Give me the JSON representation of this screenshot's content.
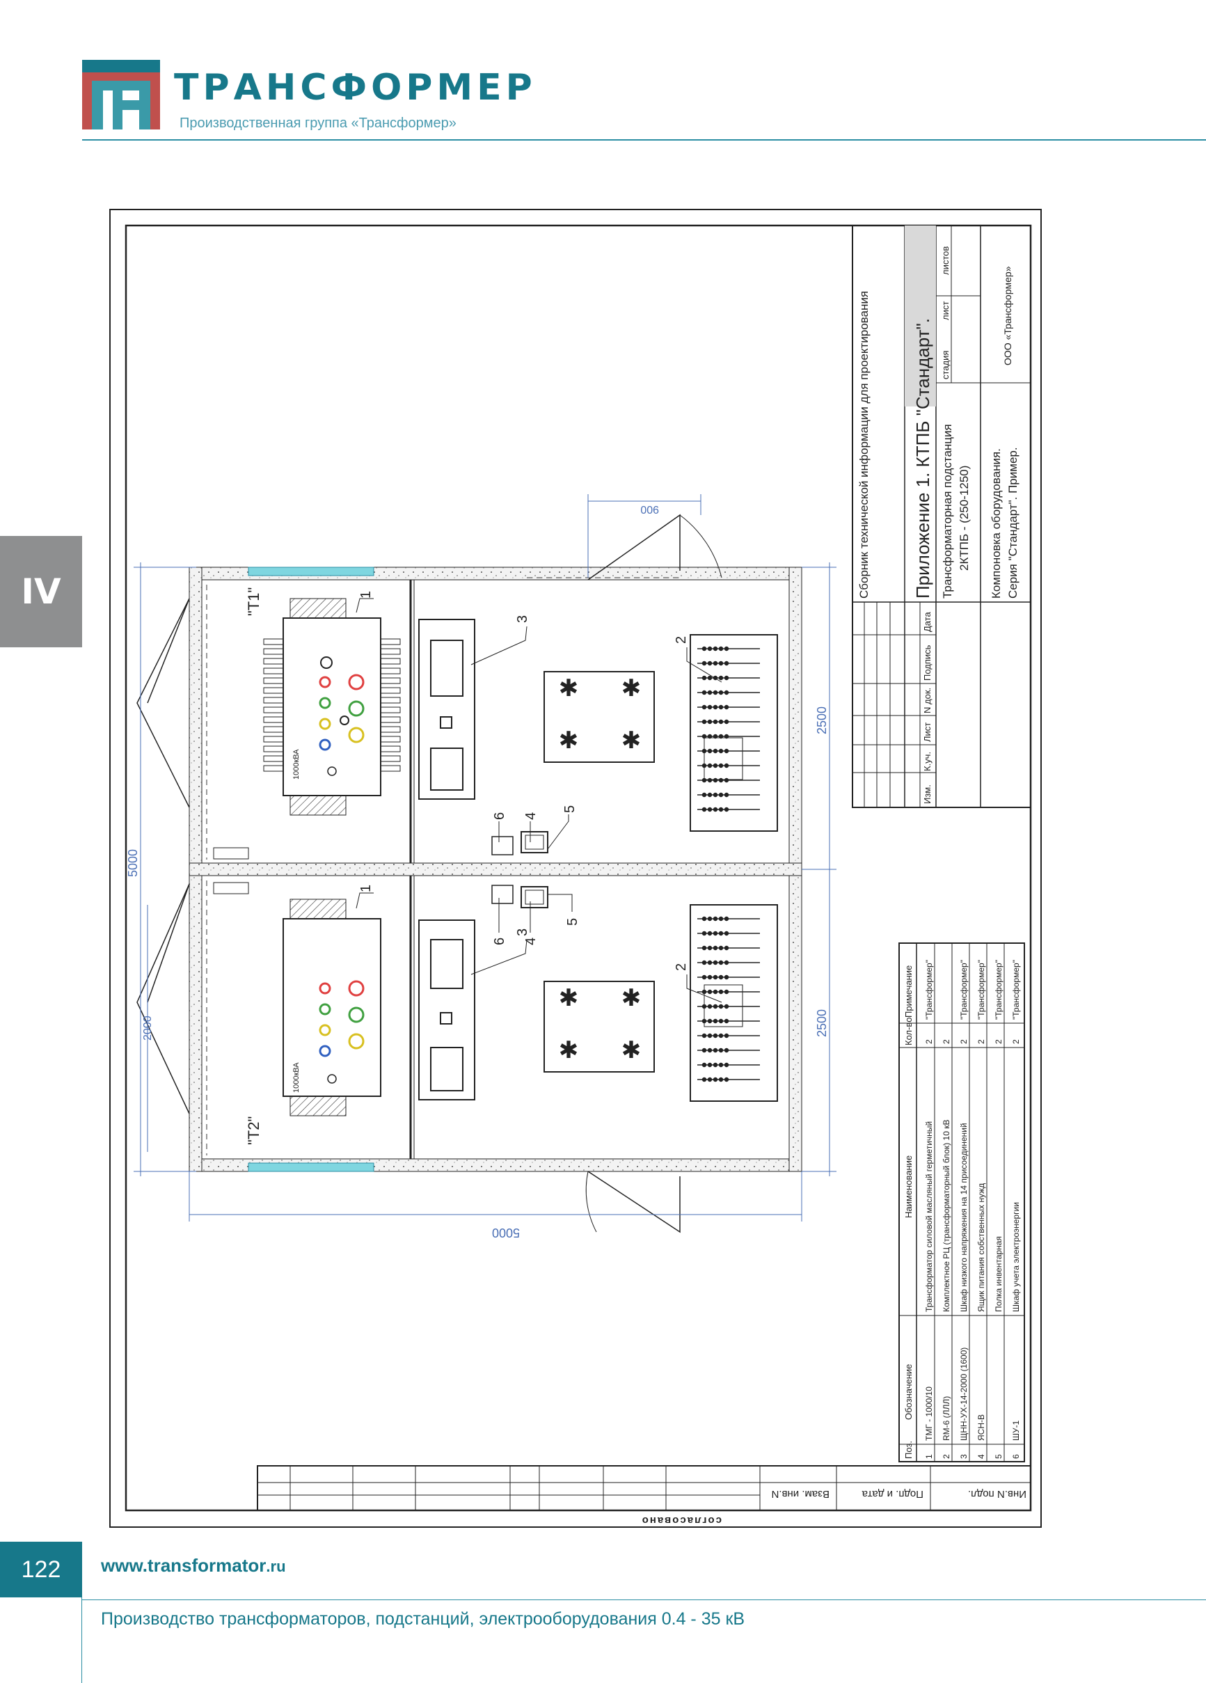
{
  "header": {
    "brand_name": "ТРАНСФОРМЕР",
    "brand_tagline": "Производственная группа «Трансформер»",
    "logo_icon": "transformer-logo-icon"
  },
  "section_tab": "IV",
  "footer": {
    "page_number": "122",
    "url_prefix": "www.transformator",
    "url_domain": ".ru",
    "tagline": "Производство трансформаторов, подстанций, электрооборудования 0.4 - 35 кВ"
  },
  "drawing": {
    "title_block": {
      "collection": "Сборник технической информации для проектирования",
      "appendix": "Приложение 1. КТПБ \"Стандарт\".",
      "product": "Трансформаторная подстанция",
      "product_model": "2КТПБ - (250-1250)",
      "stage_label": "стадия",
      "sheet_label": "лист",
      "sheets_label": "листов",
      "sheet_title_1": "Компоновка оборудования.",
      "sheet_title_2": "Серия \"Стандарт\". Пример.",
      "company": "ООО «Трансформер»",
      "rev_headers": [
        "Изм.",
        "К.уч.",
        "Лист",
        "N док.",
        "Подпись",
        "Дата"
      ]
    },
    "stamp_row": {
      "agreed": "согласовано",
      "vzam": "Взам. инв.N",
      "podp": "Подп. и дата",
      "inv": "Инв.N подл."
    },
    "plan": {
      "t1_label": "\"Т1\"",
      "t2_label": "\"Т2\"",
      "kva_label": "1000кВА",
      "dim_total_vertical": "5000",
      "dim_total_horizontal": "5000",
      "dim_room_1": "2500",
      "dim_room_2": "2500",
      "dim_door": "900",
      "dim_small": "2000",
      "callouts": [
        "1",
        "2",
        "3",
        "4",
        "5",
        "6"
      ]
    },
    "spec_table": {
      "headers": [
        "Поз.",
        "Обозначение",
        "Наименование",
        "Кол-во",
        "Примечание"
      ],
      "rows": [
        [
          "1",
          "ТМГ - 1000/10",
          "Трансформатор силовой масляный герметичный",
          "2",
          "\"Трансформер\""
        ],
        [
          "2",
          "RM-6 (ЛЛЛ)",
          "Комплектное РЦ (трансформаторный блок) 10 кВ",
          "2",
          ""
        ],
        [
          "3",
          "ЩНН-УХ-14-2000 (1600)",
          "Шкаф низкого напряжения на 14 присоединений",
          "2",
          "\"Трансформер\""
        ],
        [
          "4",
          "ЯСН-В",
          "Ящик питания собственных нужд",
          "2",
          "\"Трансформер\""
        ],
        [
          "5",
          "",
          "Полка инвентарная",
          "2",
          "\"Трансформер\""
        ],
        [
          "6",
          "ШУ-1",
          "Шкаф учета электроэнергии",
          "2",
          "\"Трансформер\""
        ]
      ]
    }
  },
  "colors": {
    "brand_teal": "#17788a",
    "logo_red": "#c0504d",
    "side_tab_gray": "#8e8f90",
    "dimension_blue": "#4a6fb5",
    "window_cyan": "#7fd6e0"
  }
}
